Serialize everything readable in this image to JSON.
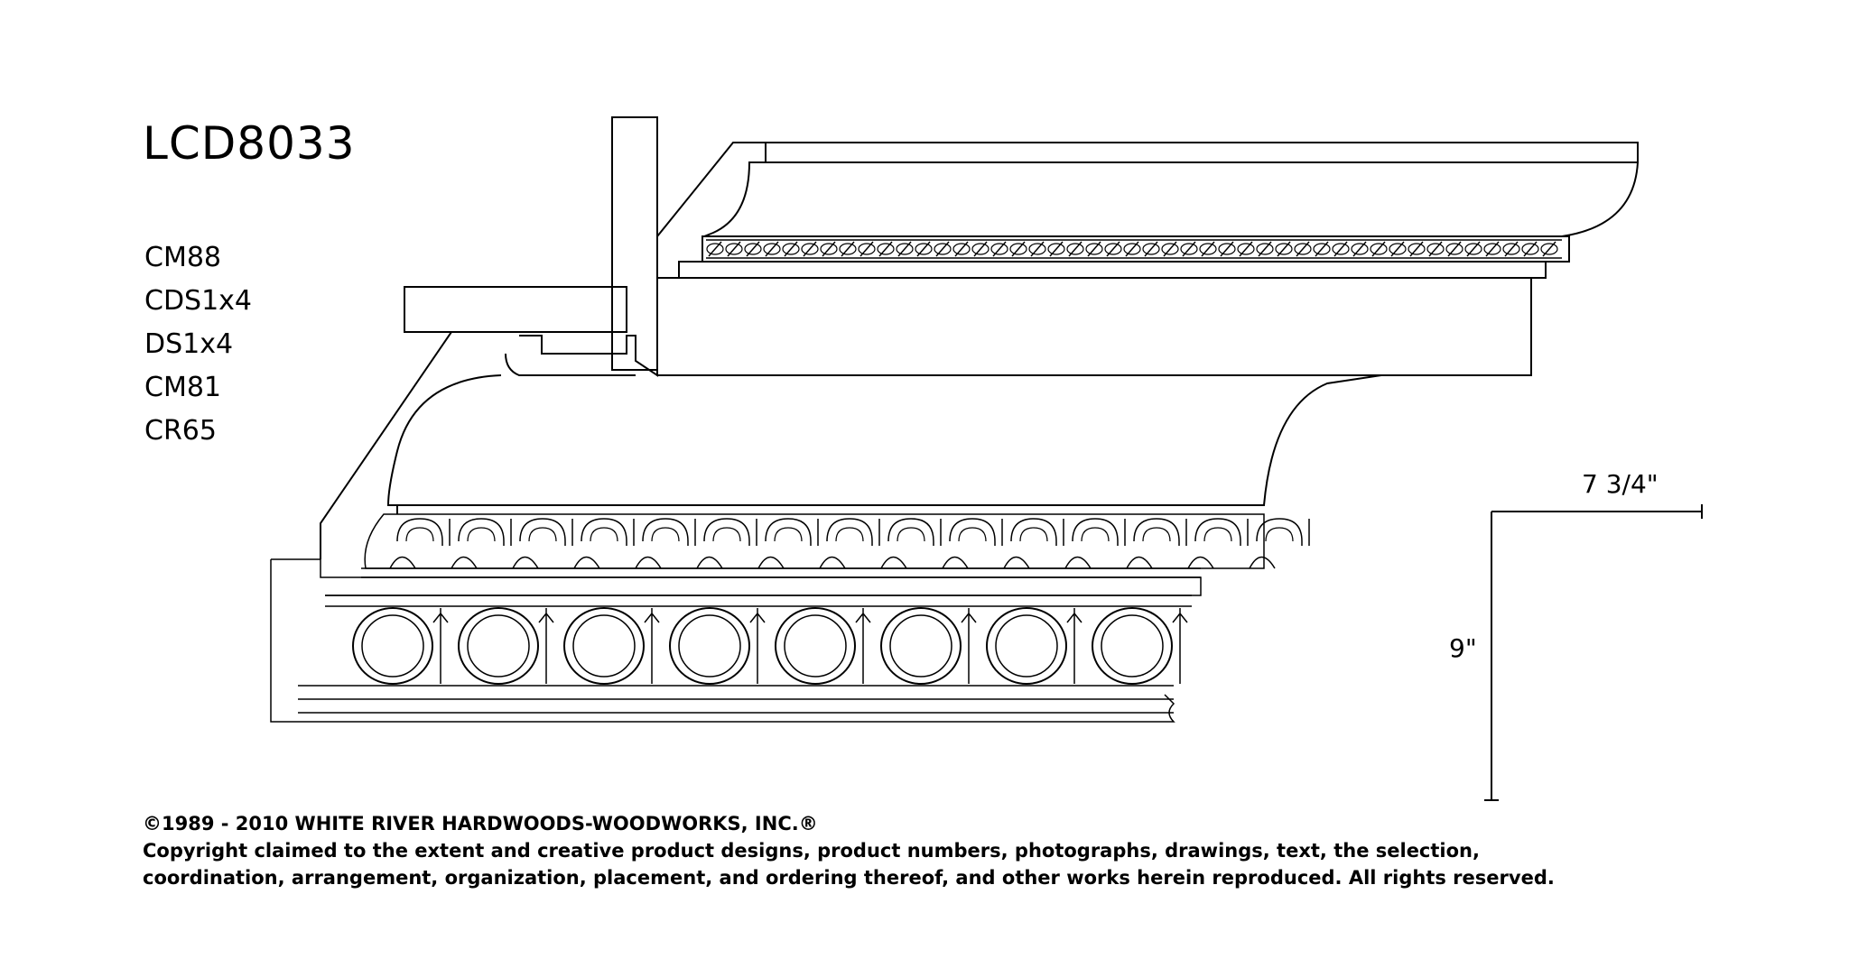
{
  "title": "LCD8033",
  "components": [
    "CM88",
    "CDS1x4",
    "DS1x4",
    "CM81",
    "CR65"
  ],
  "dimensions": {
    "width": "7 3/4\"",
    "height": "9\""
  },
  "footer": {
    "line1": "©1989 - 2010 WHITE RIVER HARDWOODS-WOODWORKS, INC.®",
    "line2": "Copyright claimed to the extent and creative product designs, product numbers, photographs, drawings, text, the selection,",
    "line3": "coordination, arrangement, organization, placement, and ordering thereof, and other works herein reproduced. All rights reserved."
  }
}
